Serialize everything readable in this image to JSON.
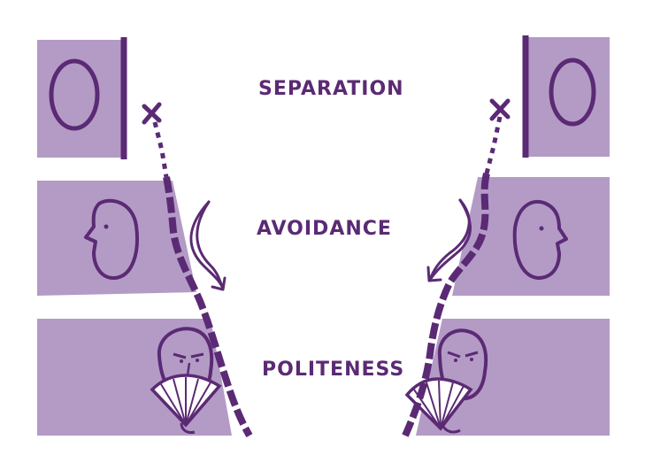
{
  "labels": {
    "separation": "SEPARATION",
    "avoidance": "AVOIDANCE",
    "politeness": "POLITENESS"
  },
  "colors": {
    "panel": "#b39bc6",
    "ink": "#5b2a74",
    "skin": "#b39bc6",
    "background": "#ffffff"
  },
  "icons": {
    "left_top": "oval-face-icon",
    "left_middle": "profile-face-icon",
    "left_bottom": "face-with-fan-icon",
    "right_top": "oval-face-icon",
    "right_middle": "profile-face-icon",
    "right_bottom": "face-with-fan-icon",
    "markers": "cross-mark-icon",
    "arrows": "curved-arrow-icon"
  }
}
